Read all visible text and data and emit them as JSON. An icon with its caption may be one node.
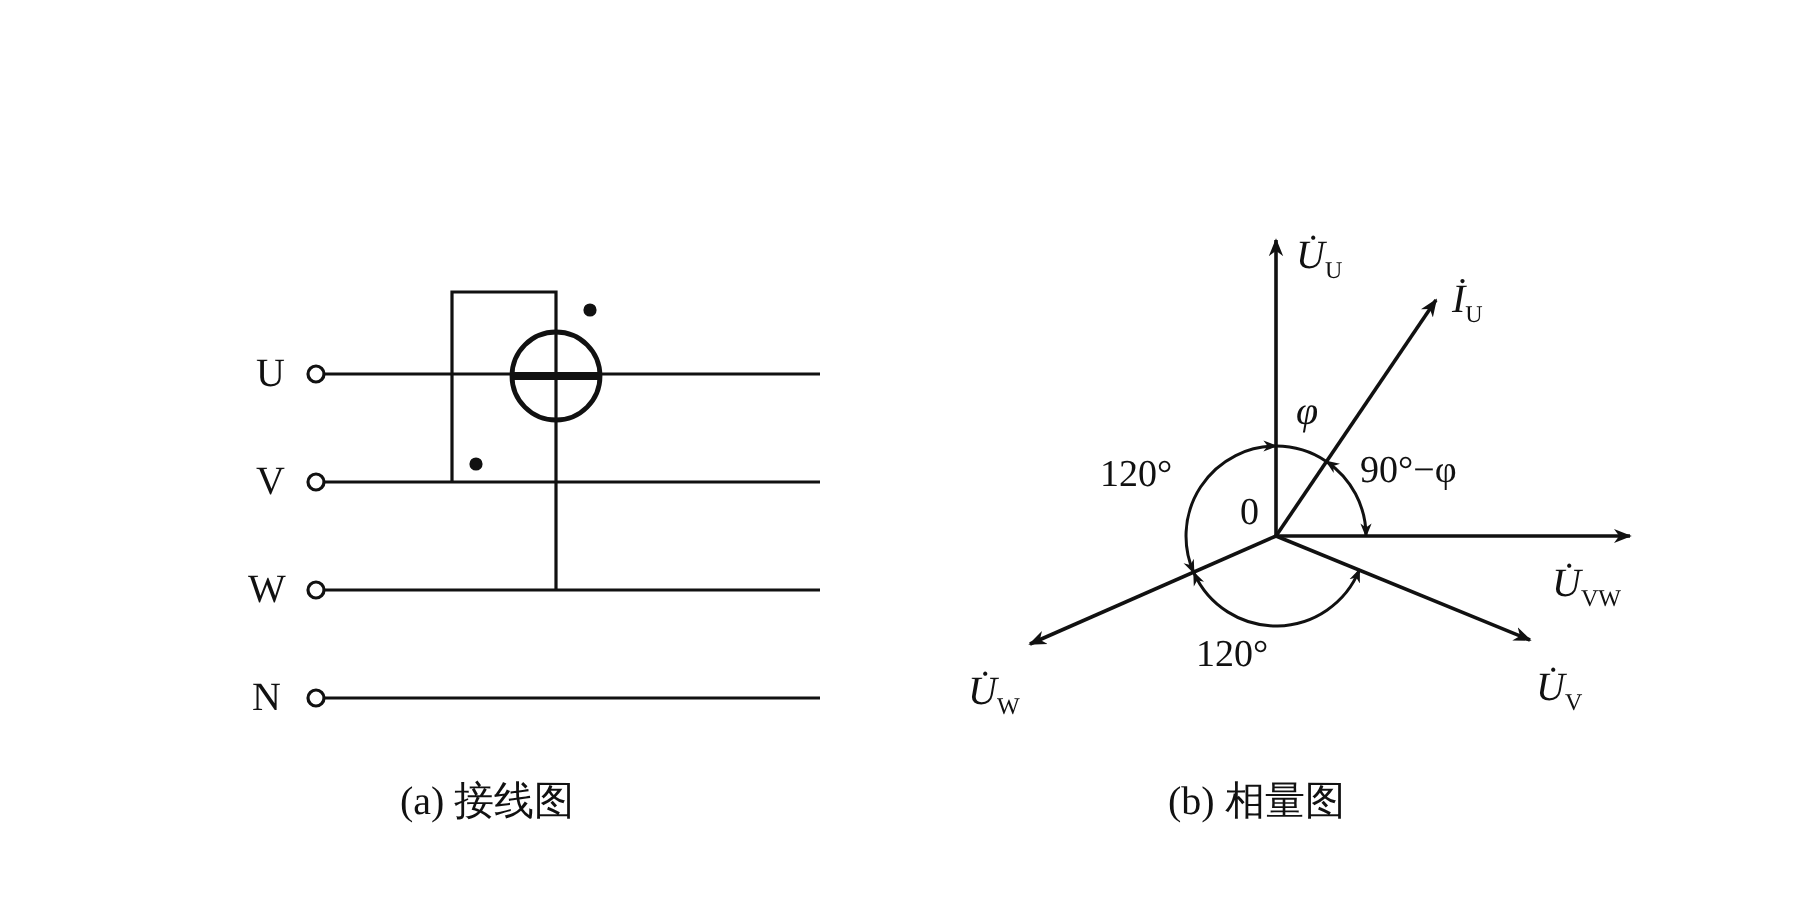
{
  "diagram": {
    "labels": [
      "U",
      "V",
      "W",
      "N",
      "U̇$_{U}$",
      "İ$_{U}$",
      "φ",
      "120°",
      "90°−φ",
      "0",
      "U̇$_{VW}$",
      "U̇$_{W}$",
      "120°",
      "U̇$_{V}$",
      "(a) 接线图",
      "(b) 相量图"
    ]
  }
}
